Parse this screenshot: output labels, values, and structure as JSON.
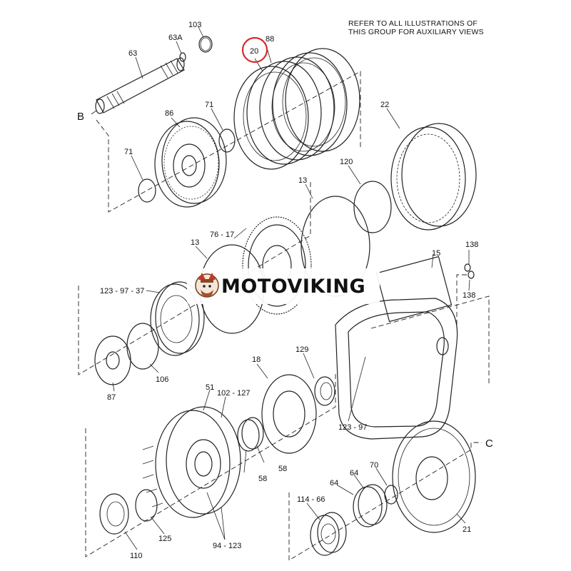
{
  "note": {
    "line1": "REFER TO ALL ILLUSTRATIONS OF",
    "line2": "THIS GROUP FOR AUXILIARY VIEWS"
  },
  "watermark": {
    "brand": "MOTOVIKING"
  },
  "callouts": {
    "b": "B",
    "c": "C",
    "p103": "103",
    "p63a": "63A",
    "p63": "63",
    "p20": "20",
    "p88": "88",
    "p86": "86",
    "p71a": "71",
    "p71b": "71",
    "p22": "22",
    "p120": "120",
    "p13a": "13",
    "p76_17": "76 - 17",
    "p13b": "13",
    "p138a": "138",
    "p138b": "138",
    "p15": "15",
    "p123_97_37": "123 - 97 - 37",
    "p106": "106",
    "p87": "87",
    "p18": "18",
    "p129": "129",
    "p123_97": "123 - 97",
    "p51": "51",
    "p102_127": "102 - 127",
    "p58a": "58",
    "p58b": "58",
    "p125": "125",
    "p110": "110",
    "p94_123": "94 - 123",
    "p114_66": "114 - 66",
    "p64a": "64",
    "p64b": "64",
    "p70": "70",
    "p21": "21"
  },
  "highlight": {
    "color": "#d62b2b",
    "part": "20"
  },
  "colors": {
    "line": "#222222",
    "background": "#ffffff",
    "logo_accent": "#c0392b"
  }
}
